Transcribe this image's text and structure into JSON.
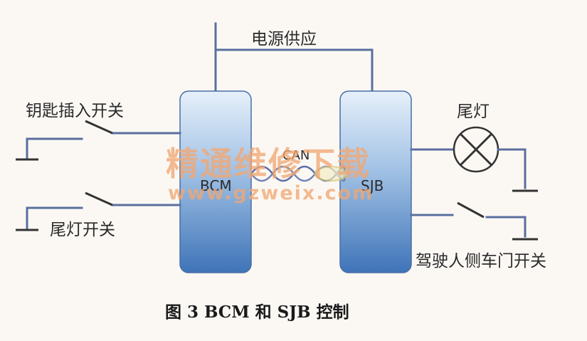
{
  "labels": {
    "power_supply": "电源供应",
    "key_switch": "钥匙插入开关",
    "tail_switch": "尾灯开关",
    "tail_lamp": "尾灯",
    "driver_door_switch": "驾驶人侧车门开关",
    "bcm": "BCM",
    "sjb": "SJB",
    "can": "CAN"
  },
  "caption": "图 3   BCM 和 SJB 控制",
  "watermark": {
    "cn": "精通维修下载",
    "url": "www.gzweix.com"
  },
  "colors": {
    "module_fill_top": "#e6f0fa",
    "module_fill_bottom": "#3f74b8",
    "wire": "#5a6f9e",
    "watermark": "#f1a874"
  }
}
